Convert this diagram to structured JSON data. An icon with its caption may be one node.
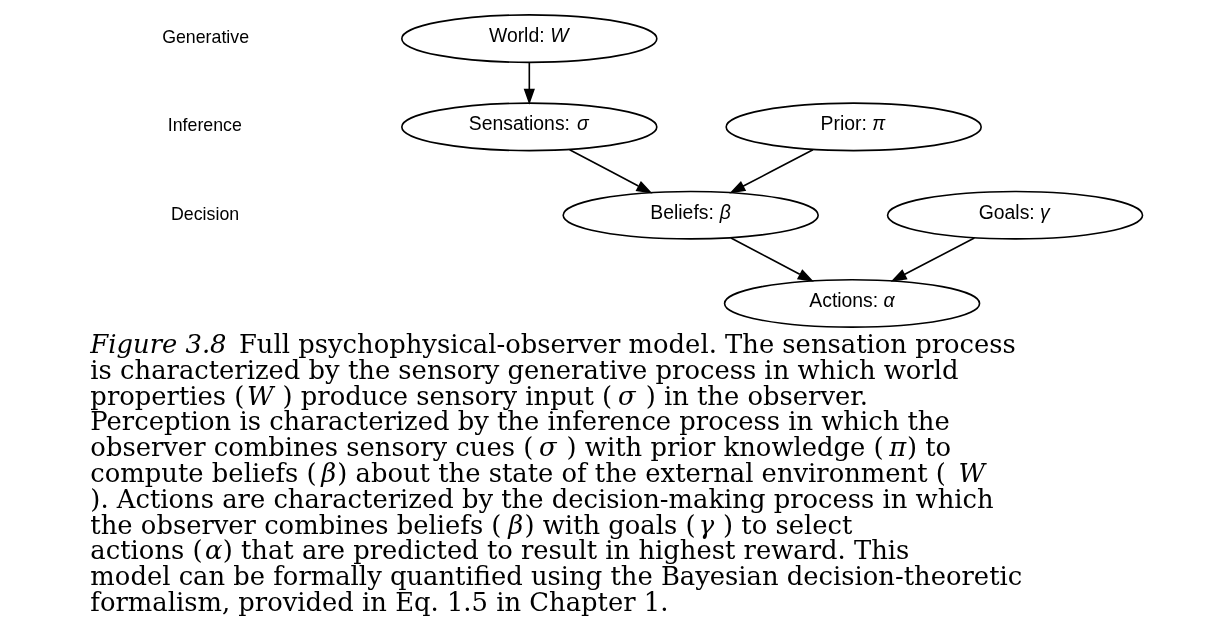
{
  "diagram": {
    "caption": "*Figure 3.8* Full psychophysical-observer model. The sensation process is characterized by the sensory generative process in which world properties (*W* ) produce sensory input (*σ* ) in the observer. Perception is characterized by the inference process in which the observer combines sensory cues (*σ* ) with prior knowledge (*π*) to compute beliefs (*β*) about the state of the external environment (*W* ). Actions are characterized by the decision-making process in which the observer combines beliefs (*β*) with goals (*γ* ) to select actions (*α*) that are predicted to result in highest reward. This model can be formally quantified using the Bayesian decision-theoretic formalism, provided in Eq. 1.5 in Chapter 1.",
    "nodes": [
      {
        "text": [
          "World: *W*"
        ]
      },
      {
        "text": [
          "Sensations: *σ*"
        ]
      },
      {
        "text": [
          "Prior: *π*"
        ]
      },
      {
        "text": [
          "Beliefs: *β*"
        ]
      },
      {
        "text": [
          "Goals: *γ*"
        ]
      },
      {
        "text": [
          "Actions: *α*"
        ]
      }
    ],
    "edges": [
      {
        "from": 0,
        "to": 1,
        "arrow": "to"
      },
      {
        "from": 1,
        "to": 3,
        "arrow": "to"
      },
      {
        "from": 2,
        "to": 3,
        "arrow": "to"
      },
      {
        "from": 3,
        "to": 5,
        "arrow": "to"
      },
      {
        "from": 4,
        "to": 5,
        "arrow": "to"
      }
    ],
    "labels": [
      "Generative",
      "Inference",
      "Decision"
    ]
  }
}
